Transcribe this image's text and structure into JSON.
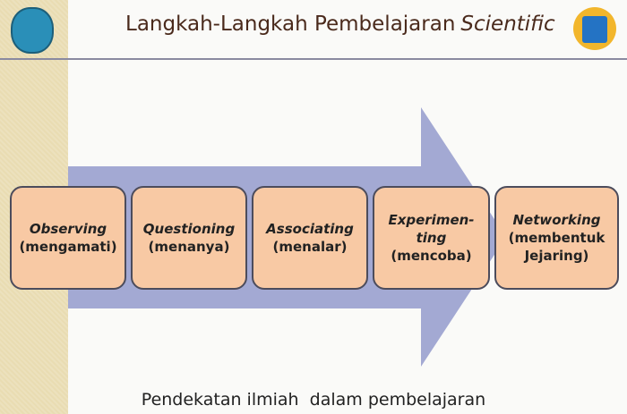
{
  "title": {
    "text": "Langkah-Langkah Pembelajaran",
    "italic": "Scientific"
  },
  "steps": [
    {
      "en": "Observing",
      "id": "(mengamati)"
    },
    {
      "en": "Questioning",
      "id": "(menanya)"
    },
    {
      "en": "Associating",
      "id": "(menalar)"
    },
    {
      "en": "Experimen-\nting",
      "id": "(mencoba)"
    },
    {
      "en": "Networking",
      "id": "(membentuk Jejaring)"
    }
  ],
  "caption": "Pendekatan ilmiah  dalam pembelajaran",
  "colors": {
    "arrow": "#a3a9d3",
    "box": "#f8c9a4",
    "title": "#4a2a1c"
  }
}
